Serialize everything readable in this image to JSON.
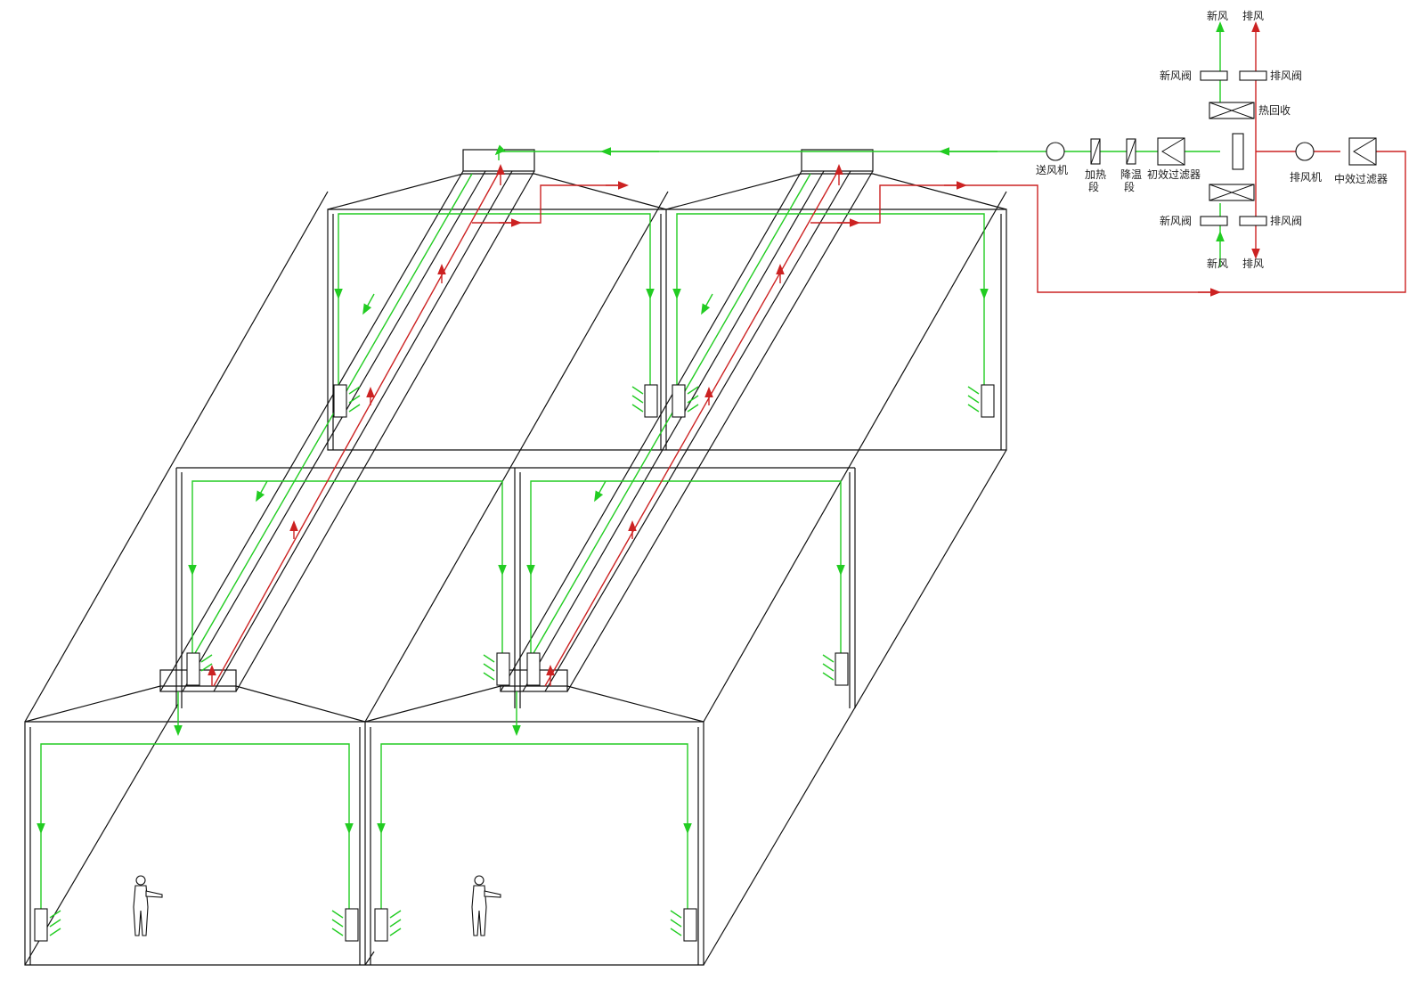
{
  "colors": {
    "supply_air": "#22cc22",
    "return_air": "#cc2222",
    "structure": "#111111",
    "background": "#ffffff"
  },
  "labels": {
    "fresh_air_top": "新风",
    "exhaust_air_top": "排风",
    "fresh_air_valve_top": "新风阀",
    "exhaust_air_valve_top": "排风阀",
    "heat_exchanger": "热回收",
    "supply_fan": "送风机",
    "heating_section_l1": "加热",
    "heating_section_l2": "段",
    "cooling_section_l1": "降温",
    "cooling_section_l2": "段",
    "primary_filter": "初效过滤器",
    "exhaust_fan": "排风机",
    "medium_filter": "中效过滤器",
    "fresh_air_valve_bottom": "新风阀",
    "exhaust_air_valve_bottom": "排风阀",
    "fresh_air_bottom": "新风",
    "exhaust_air_bottom": "排风"
  },
  "icons": {
    "fan": "fan-icon",
    "filter": "filter-icon",
    "coil": "coil-icon",
    "damper": "damper-icon",
    "heat_exchanger": "heat-exchanger-icon",
    "worker": "worker-figure-icon",
    "diffuser": "air-diffuser-icon"
  }
}
